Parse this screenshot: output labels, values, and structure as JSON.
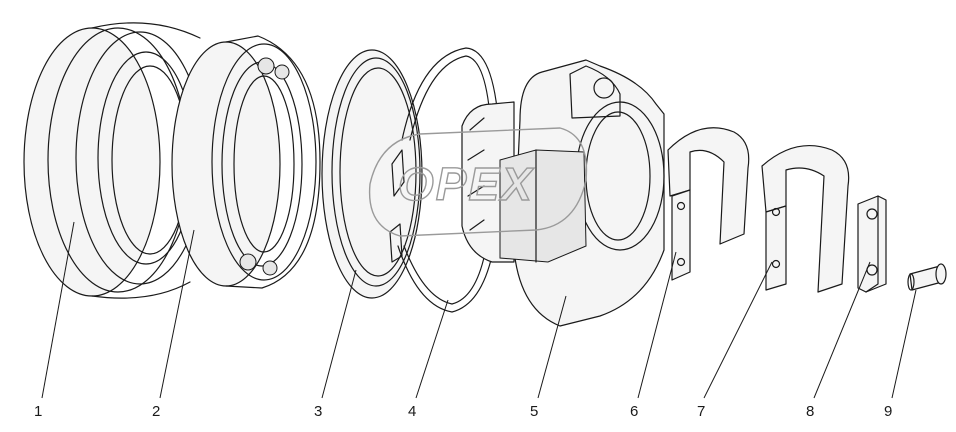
{
  "diagram": {
    "watermark": "OPEX",
    "callouts": [
      {
        "id": "1",
        "label": "1"
      },
      {
        "id": "2",
        "label": "2"
      },
      {
        "id": "3",
        "label": "3"
      },
      {
        "id": "4",
        "label": "4"
      },
      {
        "id": "5",
        "label": "5"
      },
      {
        "id": "6",
        "label": "6"
      },
      {
        "id": "7",
        "label": "7"
      },
      {
        "id": "8",
        "label": "8"
      },
      {
        "id": "9",
        "label": "9"
      }
    ]
  },
  "colors": {
    "line": "#1a1a1a",
    "background": "#ffffff",
    "watermark": "#9a9a9a"
  }
}
